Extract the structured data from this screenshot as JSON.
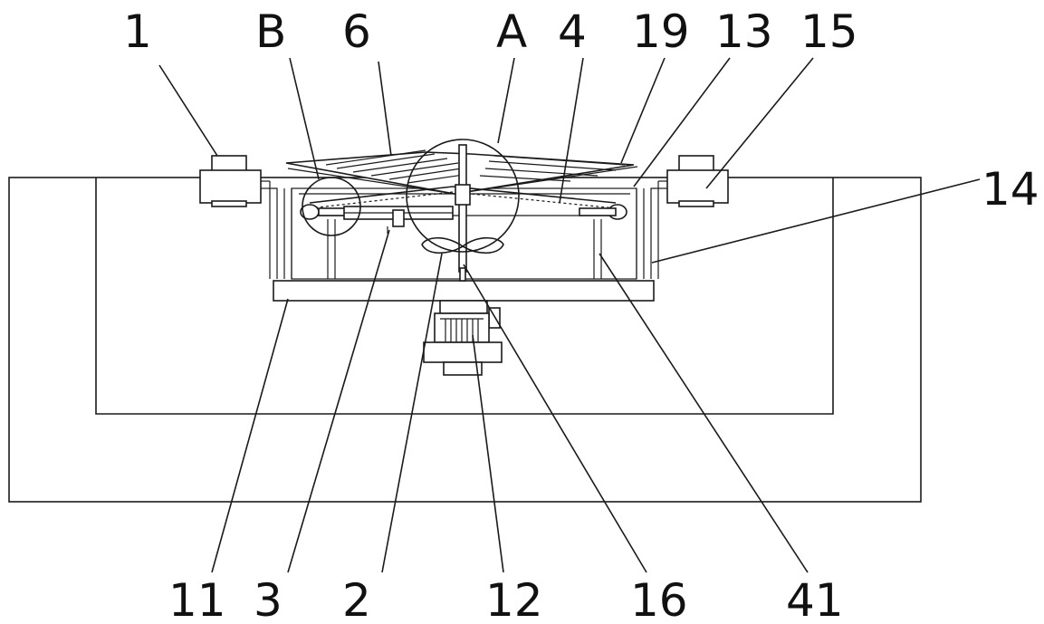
{
  "labels": {
    "top": [
      {
        "id": "label-1",
        "text": "1"
      },
      {
        "id": "label-B",
        "text": "B"
      },
      {
        "id": "label-6",
        "text": "6"
      },
      {
        "id": "label-A",
        "text": "A"
      },
      {
        "id": "label-4",
        "text": "4"
      },
      {
        "id": "label-19",
        "text": "19"
      },
      {
        "id": "label-13",
        "text": "13"
      },
      {
        "id": "label-15",
        "text": "15"
      },
      {
        "id": "label-14",
        "text": "14"
      }
    ],
    "bottom": [
      {
        "id": "label-11",
        "text": "11"
      },
      {
        "id": "label-3",
        "text": "3"
      },
      {
        "id": "label-2",
        "text": "2"
      },
      {
        "id": "label-12",
        "text": "12"
      },
      {
        "id": "label-16",
        "text": "16"
      },
      {
        "id": "label-41",
        "text": "41"
      }
    ]
  }
}
